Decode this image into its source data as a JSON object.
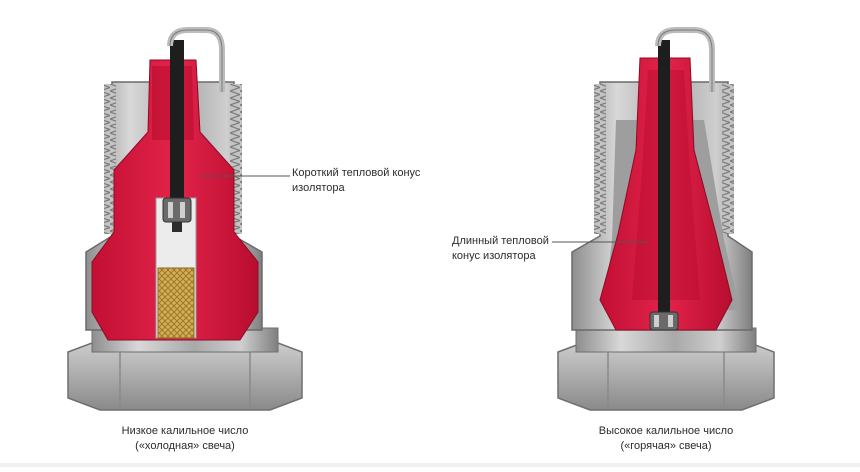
{
  "left_plug": {
    "callout_line1": "Короткий тепловой конус",
    "callout_line2": "изолятора",
    "caption_line1": "Низкое калильное число",
    "caption_line2": "(«холодная» свеча)"
  },
  "right_plug": {
    "callout_line1": "Длинный тепловой",
    "callout_line2": "конус изолятора",
    "caption_line1": "Высокое калильное число",
    "caption_line2": "(«горячая» свеча)"
  },
  "colors": {
    "insulator_red": "#d3143a",
    "metal_grey": "#b9b9b9",
    "core_black": "#1e1e1e",
    "ceramic_white": "#ececec",
    "thread_gold": "#c9a24a"
  }
}
